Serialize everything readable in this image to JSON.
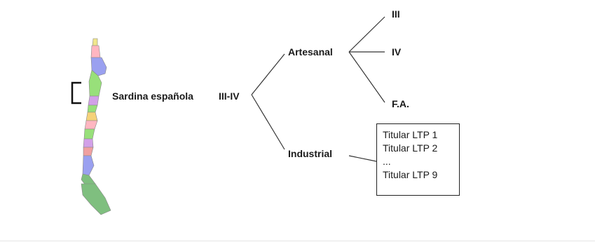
{
  "root": {
    "label": "Sardina española",
    "code": "III-IV"
  },
  "branches": {
    "artesanal": {
      "label": "Artesanal",
      "children": [
        "III",
        "IV",
        "F.A."
      ]
    },
    "industrial": {
      "label": "Industrial",
      "holders": [
        "Titular LTP 1",
        "Titular LTP 2",
        "...",
        "Titular LTP 9"
      ]
    }
  },
  "map": {
    "region_colors": [
      "#f0e68c",
      "#ffb6c1",
      "#9aa0f0",
      "#98e07a",
      "#d2a0e8",
      "#f5d27a",
      "#7fbf7f"
    ]
  }
}
